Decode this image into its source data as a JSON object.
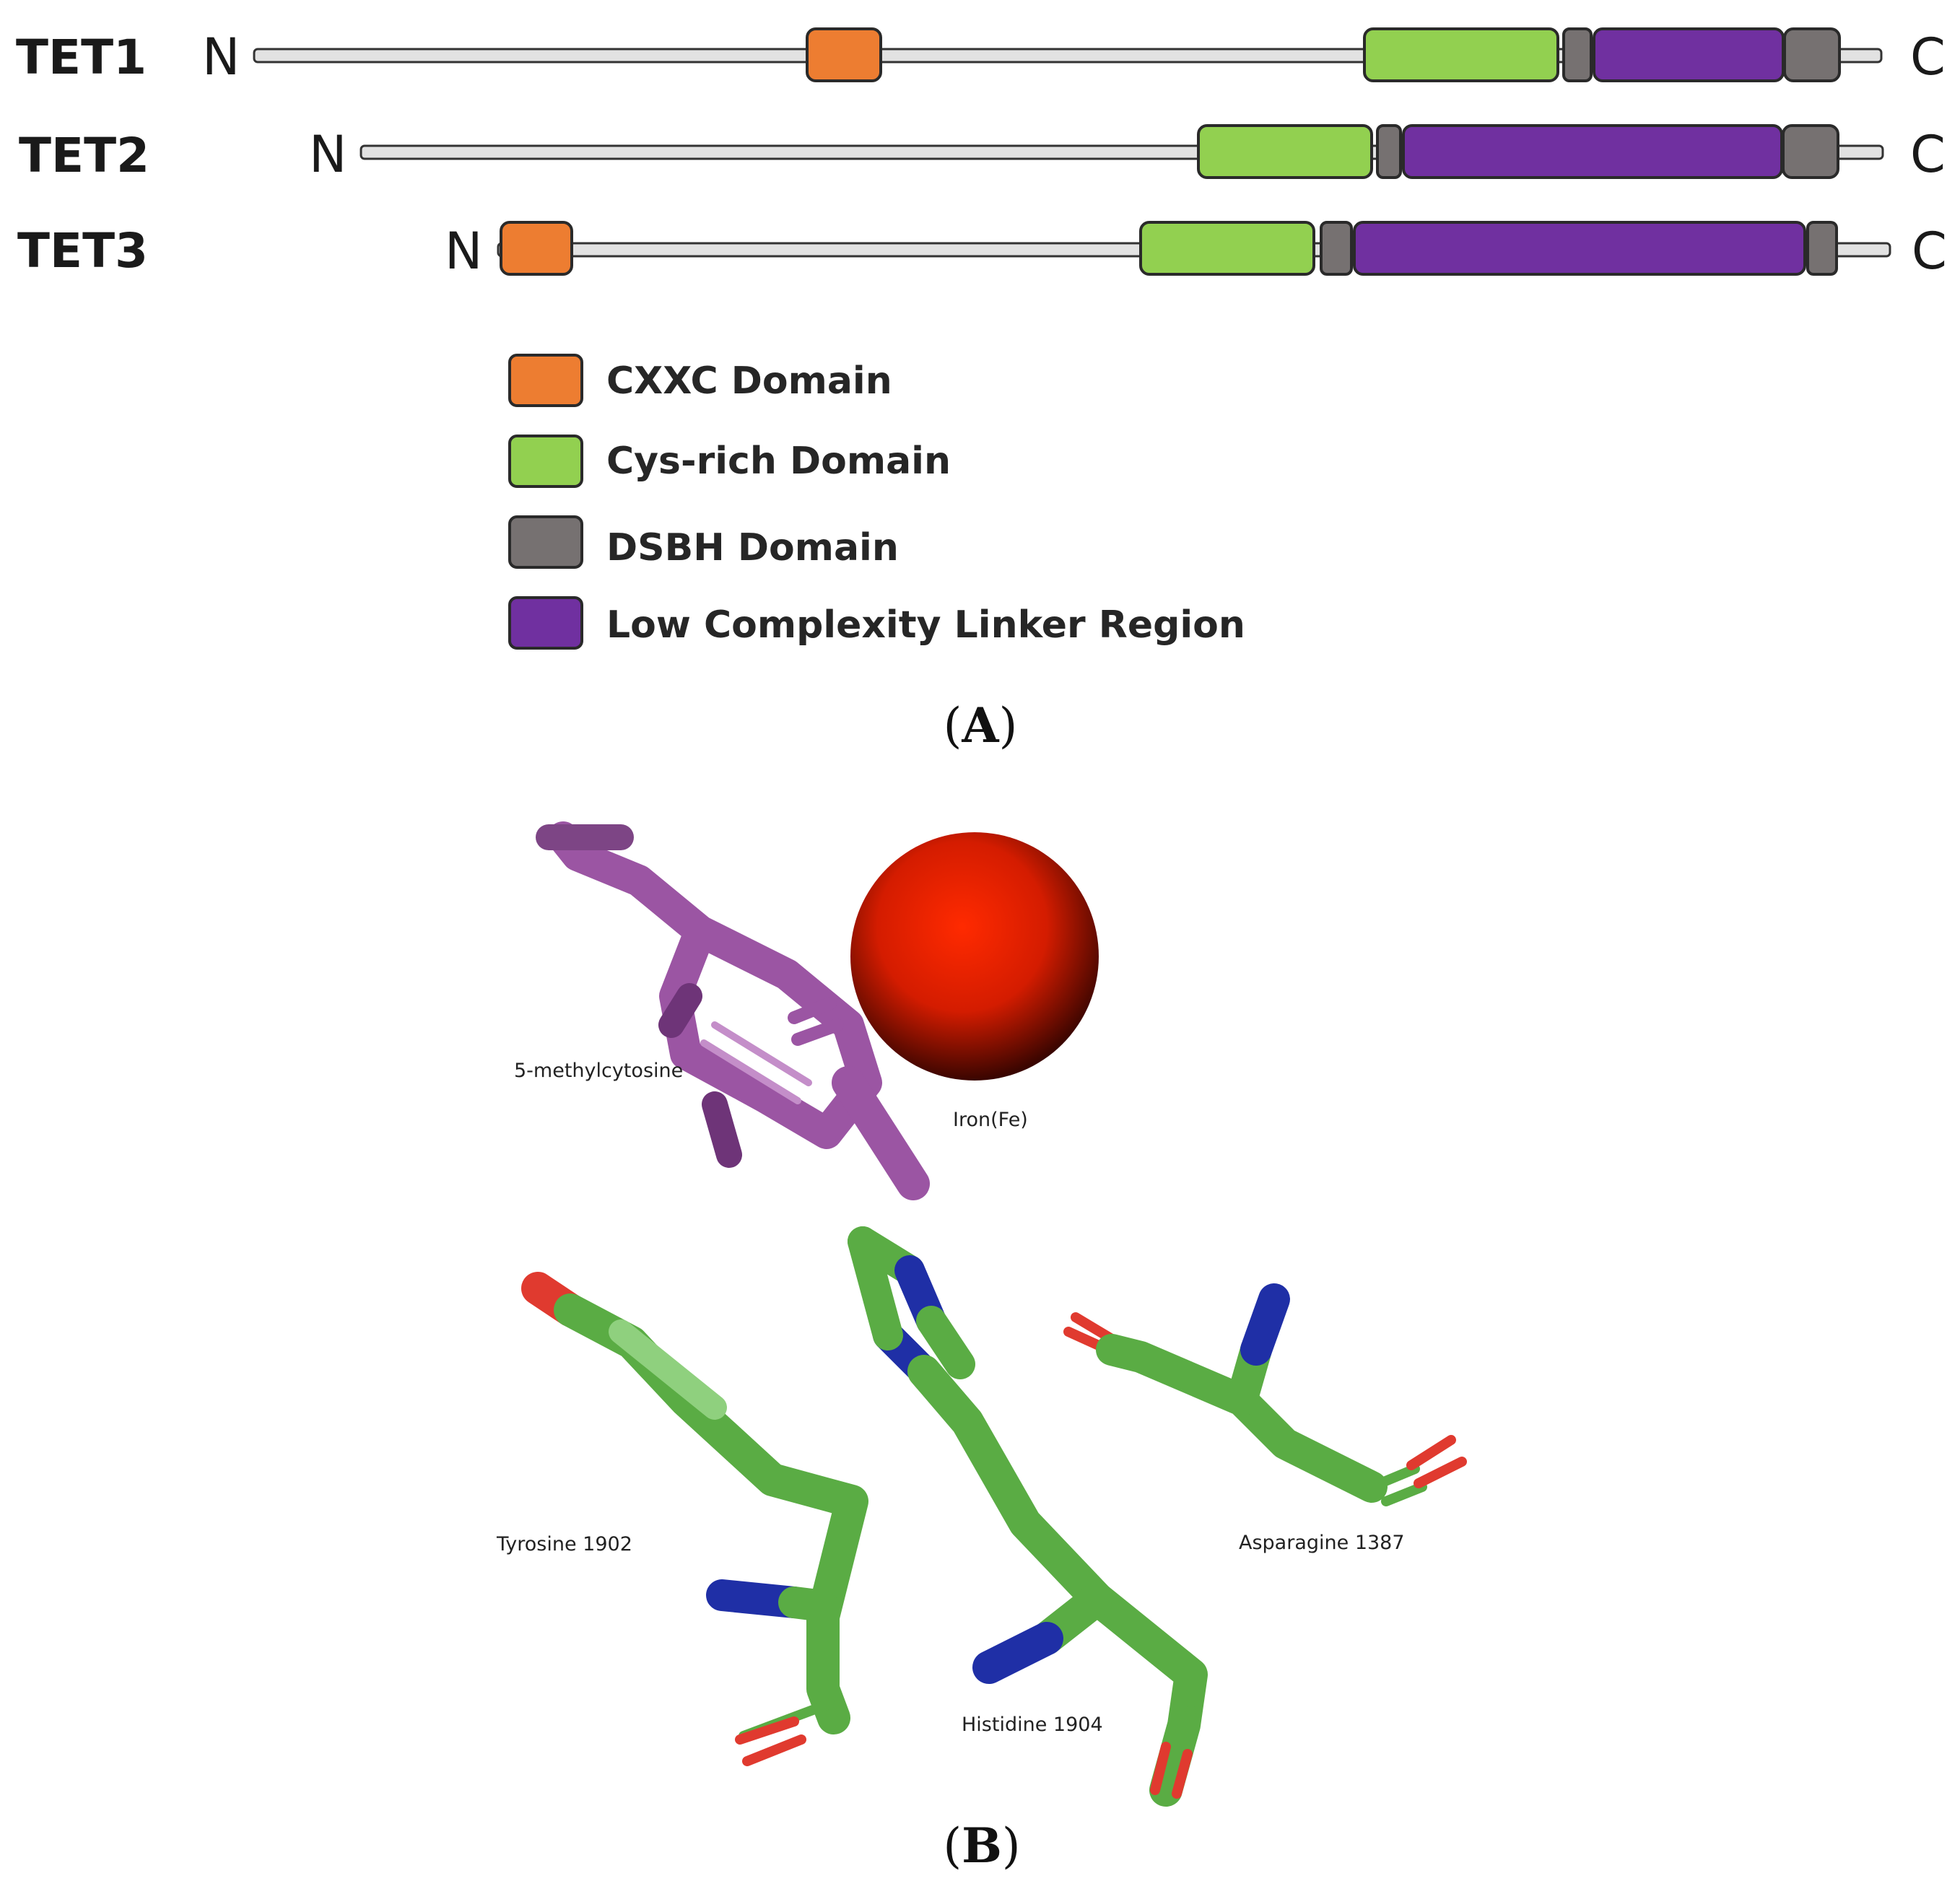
{
  "panel_a": {
    "label_open": "(",
    "label_letter": "A",
    "label_close": ")",
    "proteins": [
      {
        "name": "TET1",
        "n_term": "N",
        "c_term": "C"
      },
      {
        "name": "TET2",
        "n_term": "N",
        "c_term": "C"
      },
      {
        "name": "TET3",
        "n_term": "N",
        "c_term": "C"
      }
    ],
    "legend": [
      {
        "label": "CXXC Domain",
        "color": "#ed7d31"
      },
      {
        "label": "Cys-rich Domain",
        "color": "#92d050"
      },
      {
        "label": "DSBH Domain",
        "color": "#767171"
      },
      {
        "label": "Low Complexity Linker Region",
        "color": "#7030a0"
      }
    ]
  },
  "panel_b": {
    "label_open": "(",
    "label_letter": "B",
    "label_close": ")",
    "labels": {
      "methylcytosine": "5-methylcytosine",
      "iron": "Iron(Fe)",
      "tyrosine": "Tyrosine 1902",
      "asparagine": "Asparagine 1387",
      "histidine": "Histidine 1904"
    },
    "colors": {
      "carbon_protein": "#5aac44",
      "carbon_substrate": "#9b55a3",
      "nitrogen": "#1f2fa6",
      "oxygen": "#e03a2f",
      "iron": "#ff2000"
    }
  }
}
